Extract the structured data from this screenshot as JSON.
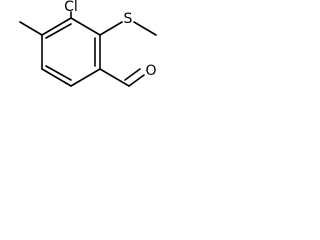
{
  "molecule": {
    "atoms": {
      "chlorine": "Cl",
      "sulfur": "S",
      "oxygen": "O"
    }
  }
}
